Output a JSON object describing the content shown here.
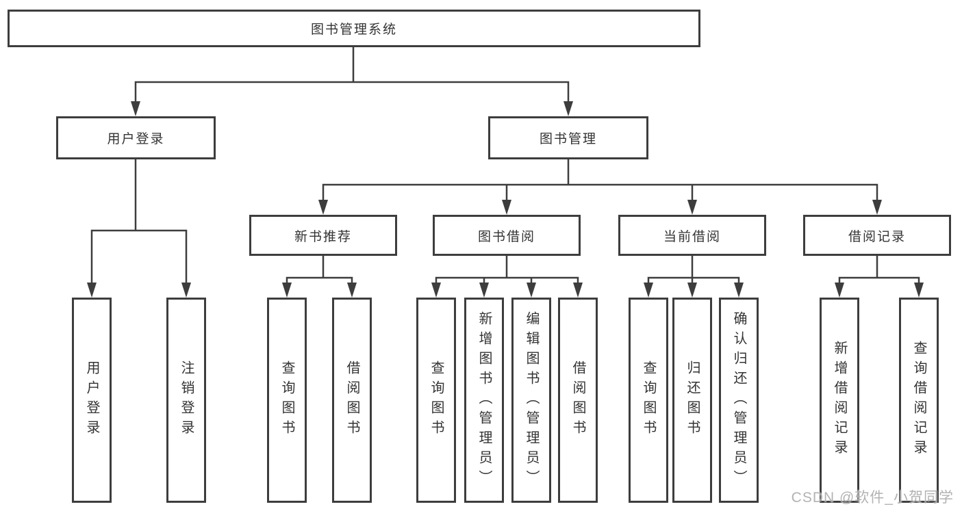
{
  "tree": {
    "root_label": "图书管理系统",
    "children": [
      {
        "label": "用户登录",
        "children": [
          {
            "label": "用户登录"
          },
          {
            "label": "注销登录"
          }
        ]
      },
      {
        "label": "图书管理",
        "children": [
          {
            "label": "新书推荐",
            "children": [
              {
                "label": "查询图书"
              },
              {
                "label": "借阅图书"
              }
            ]
          },
          {
            "label": "图书借阅",
            "children": [
              {
                "label": "查询图书"
              },
              {
                "label": "新增图书（管理员）"
              },
              {
                "label": "编辑图书（管理员）"
              },
              {
                "label": "借阅图书"
              }
            ]
          },
          {
            "label": "当前借阅",
            "children": [
              {
                "label": "查询图书"
              },
              {
                "label": "归还图书"
              },
              {
                "label": "确认归还（管理员）"
              }
            ]
          },
          {
            "label": "借阅记录",
            "children": [
              {
                "label": "新增借阅记录"
              },
              {
                "label": "查询借阅记录"
              }
            ]
          }
        ]
      }
    ]
  },
  "watermark": "CSDN @软件_小贺同学",
  "colors": {
    "line": "#3d3d3d",
    "box_border": "#3d3d3d",
    "box_fill": "#ffffff",
    "text": "#333333",
    "watermark": "#a5a5a5",
    "background": "#ffffff"
  }
}
